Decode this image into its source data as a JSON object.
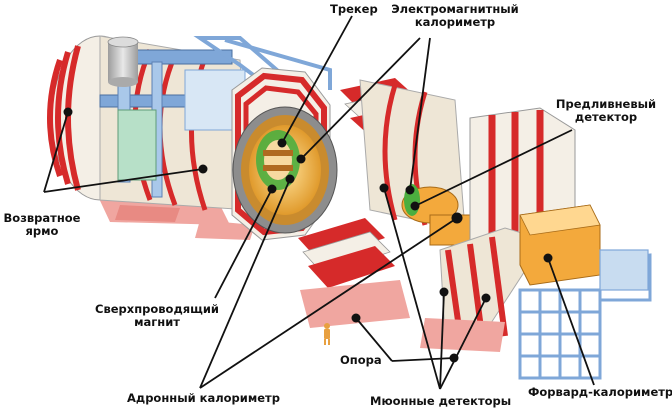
{
  "labels": {
    "tracker": "Трекер",
    "em_calorimeter": [
      "Электромагнитный",
      "калориметр"
    ],
    "preshower": [
      "Предливневый",
      "детектор"
    ],
    "return_yoke": [
      "Возвратное",
      "ярмо"
    ],
    "superconducting_magnet": [
      "Сверхпроводящий",
      "магнит"
    ],
    "support": "Опора",
    "hadron_calorimeter": "Адронный калориметр",
    "muon_detectors": "Мюонные детекторы",
    "forward_calorimeter": "Форвард-калориметр"
  },
  "colors": {
    "yoke_red": "#d62a2a",
    "yoke_white": "#f4efe6",
    "structure_blue": "#7fa7d8",
    "frame_blue": "#a9c8ea",
    "crystal_orange": "#f3a93c",
    "tracker_green": "#4cae3f",
    "magnet_grey": "#9a9a9a",
    "base_pink": "#f0a6a0",
    "tank_grey": "#c8c8c8"
  }
}
